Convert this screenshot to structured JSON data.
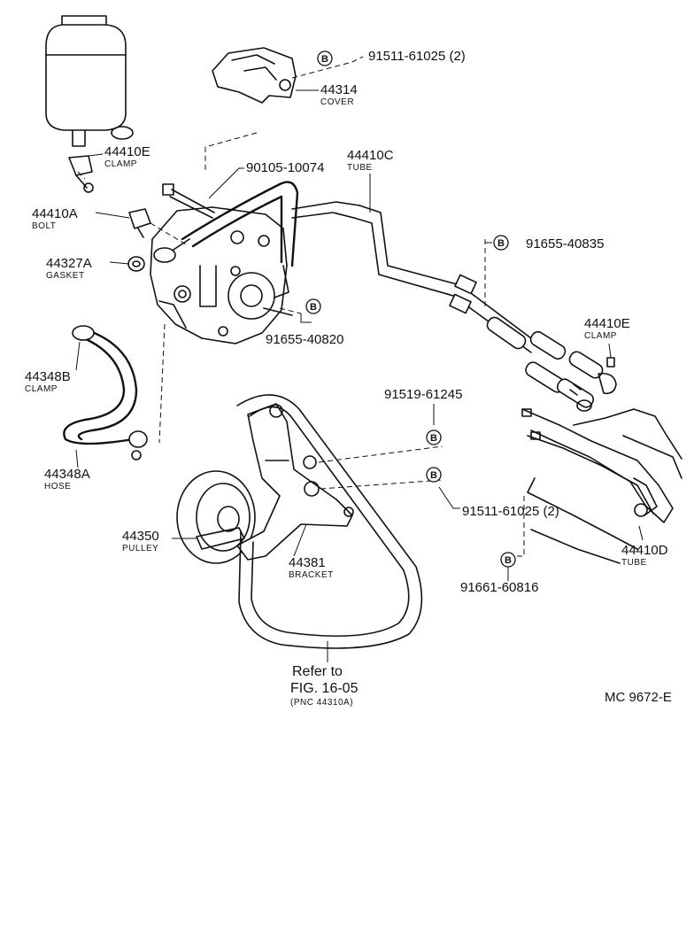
{
  "parts": [
    {
      "number": "91511-61025 (2)",
      "name": ""
    },
    {
      "number": "44314",
      "name": "COVER"
    },
    {
      "number": "44410E",
      "name": "CLAMP"
    },
    {
      "number": "90105-10074",
      "name": ""
    },
    {
      "number": "44410C",
      "name": "TUBE"
    },
    {
      "number": "44410A",
      "name": "BOLT"
    },
    {
      "number": "44327A",
      "name": "GASKET"
    },
    {
      "number": "91655-40835",
      "name": ""
    },
    {
      "number": "91655-40820",
      "name": ""
    },
    {
      "number": "44410E",
      "name": "CLAMP"
    },
    {
      "number": "44348B",
      "name": "CLAMP"
    },
    {
      "number": "91519-61245",
      "name": ""
    },
    {
      "number": "44348A",
      "name": "HOSE"
    },
    {
      "number": "44350",
      "name": "PULLEY"
    },
    {
      "number": "44381",
      "name": "BRACKET"
    },
    {
      "number": "91511-61025 (2)",
      "name": ""
    },
    {
      "number": "44410D",
      "name": "TUBE"
    },
    {
      "number": "91661-60816",
      "name": ""
    }
  ],
  "marker": "B",
  "reference": {
    "line1": "Refer to",
    "line2": "FIG. 16-05",
    "line3": "(PNC 44310A)"
  },
  "figure_code": "MC  9672-E"
}
